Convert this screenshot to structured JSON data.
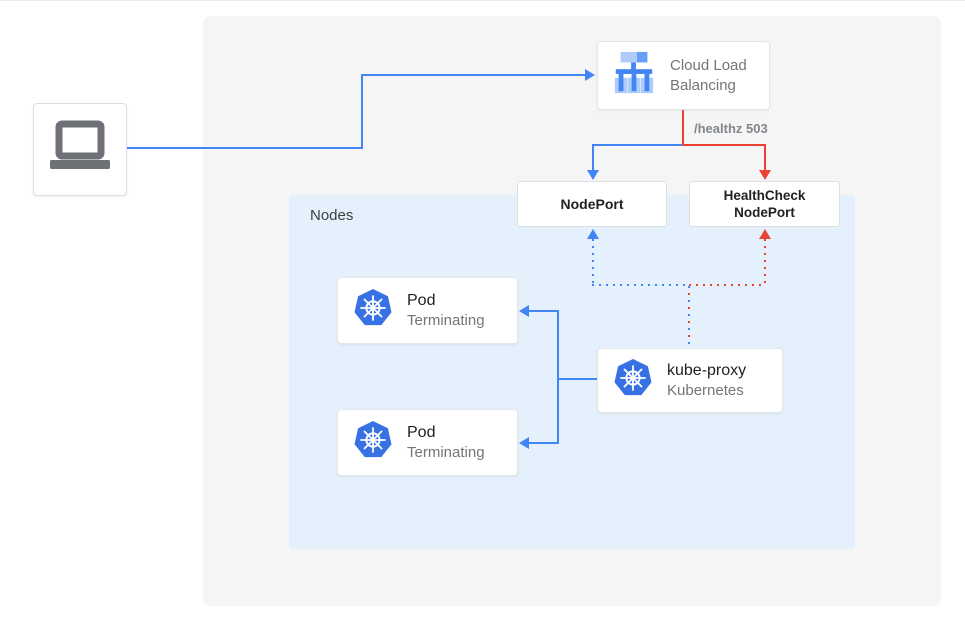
{
  "colors": {
    "line_blue": "#4285F4",
    "line_red": "#EA4335",
    "outer_panel": "#F5F5F6",
    "nodes_panel": "#E4F1FC",
    "kubernetes_blue": "#3871E3",
    "icon_gray": "#6E7276",
    "title_text": "#212121",
    "subtitle_text": "#757575"
  },
  "client": {
    "icon": "laptop"
  },
  "load_balancer": {
    "name_line1": "Cloud Load",
    "name_line2": "Balancing"
  },
  "edge_labels": {
    "healthz": "/healthz 503"
  },
  "node_port": {
    "label": "NodePort"
  },
  "health_check_node_port": {
    "line1": "HealthCheck",
    "line2": "NodePort"
  },
  "nodes_panel": {
    "label": "Nodes"
  },
  "pod1": {
    "title": "Pod",
    "status": "Terminating"
  },
  "pod2": {
    "title": "Pod",
    "status": "Terminating"
  },
  "kube_proxy": {
    "title": "kube-proxy",
    "subtitle": "Kubernetes"
  }
}
